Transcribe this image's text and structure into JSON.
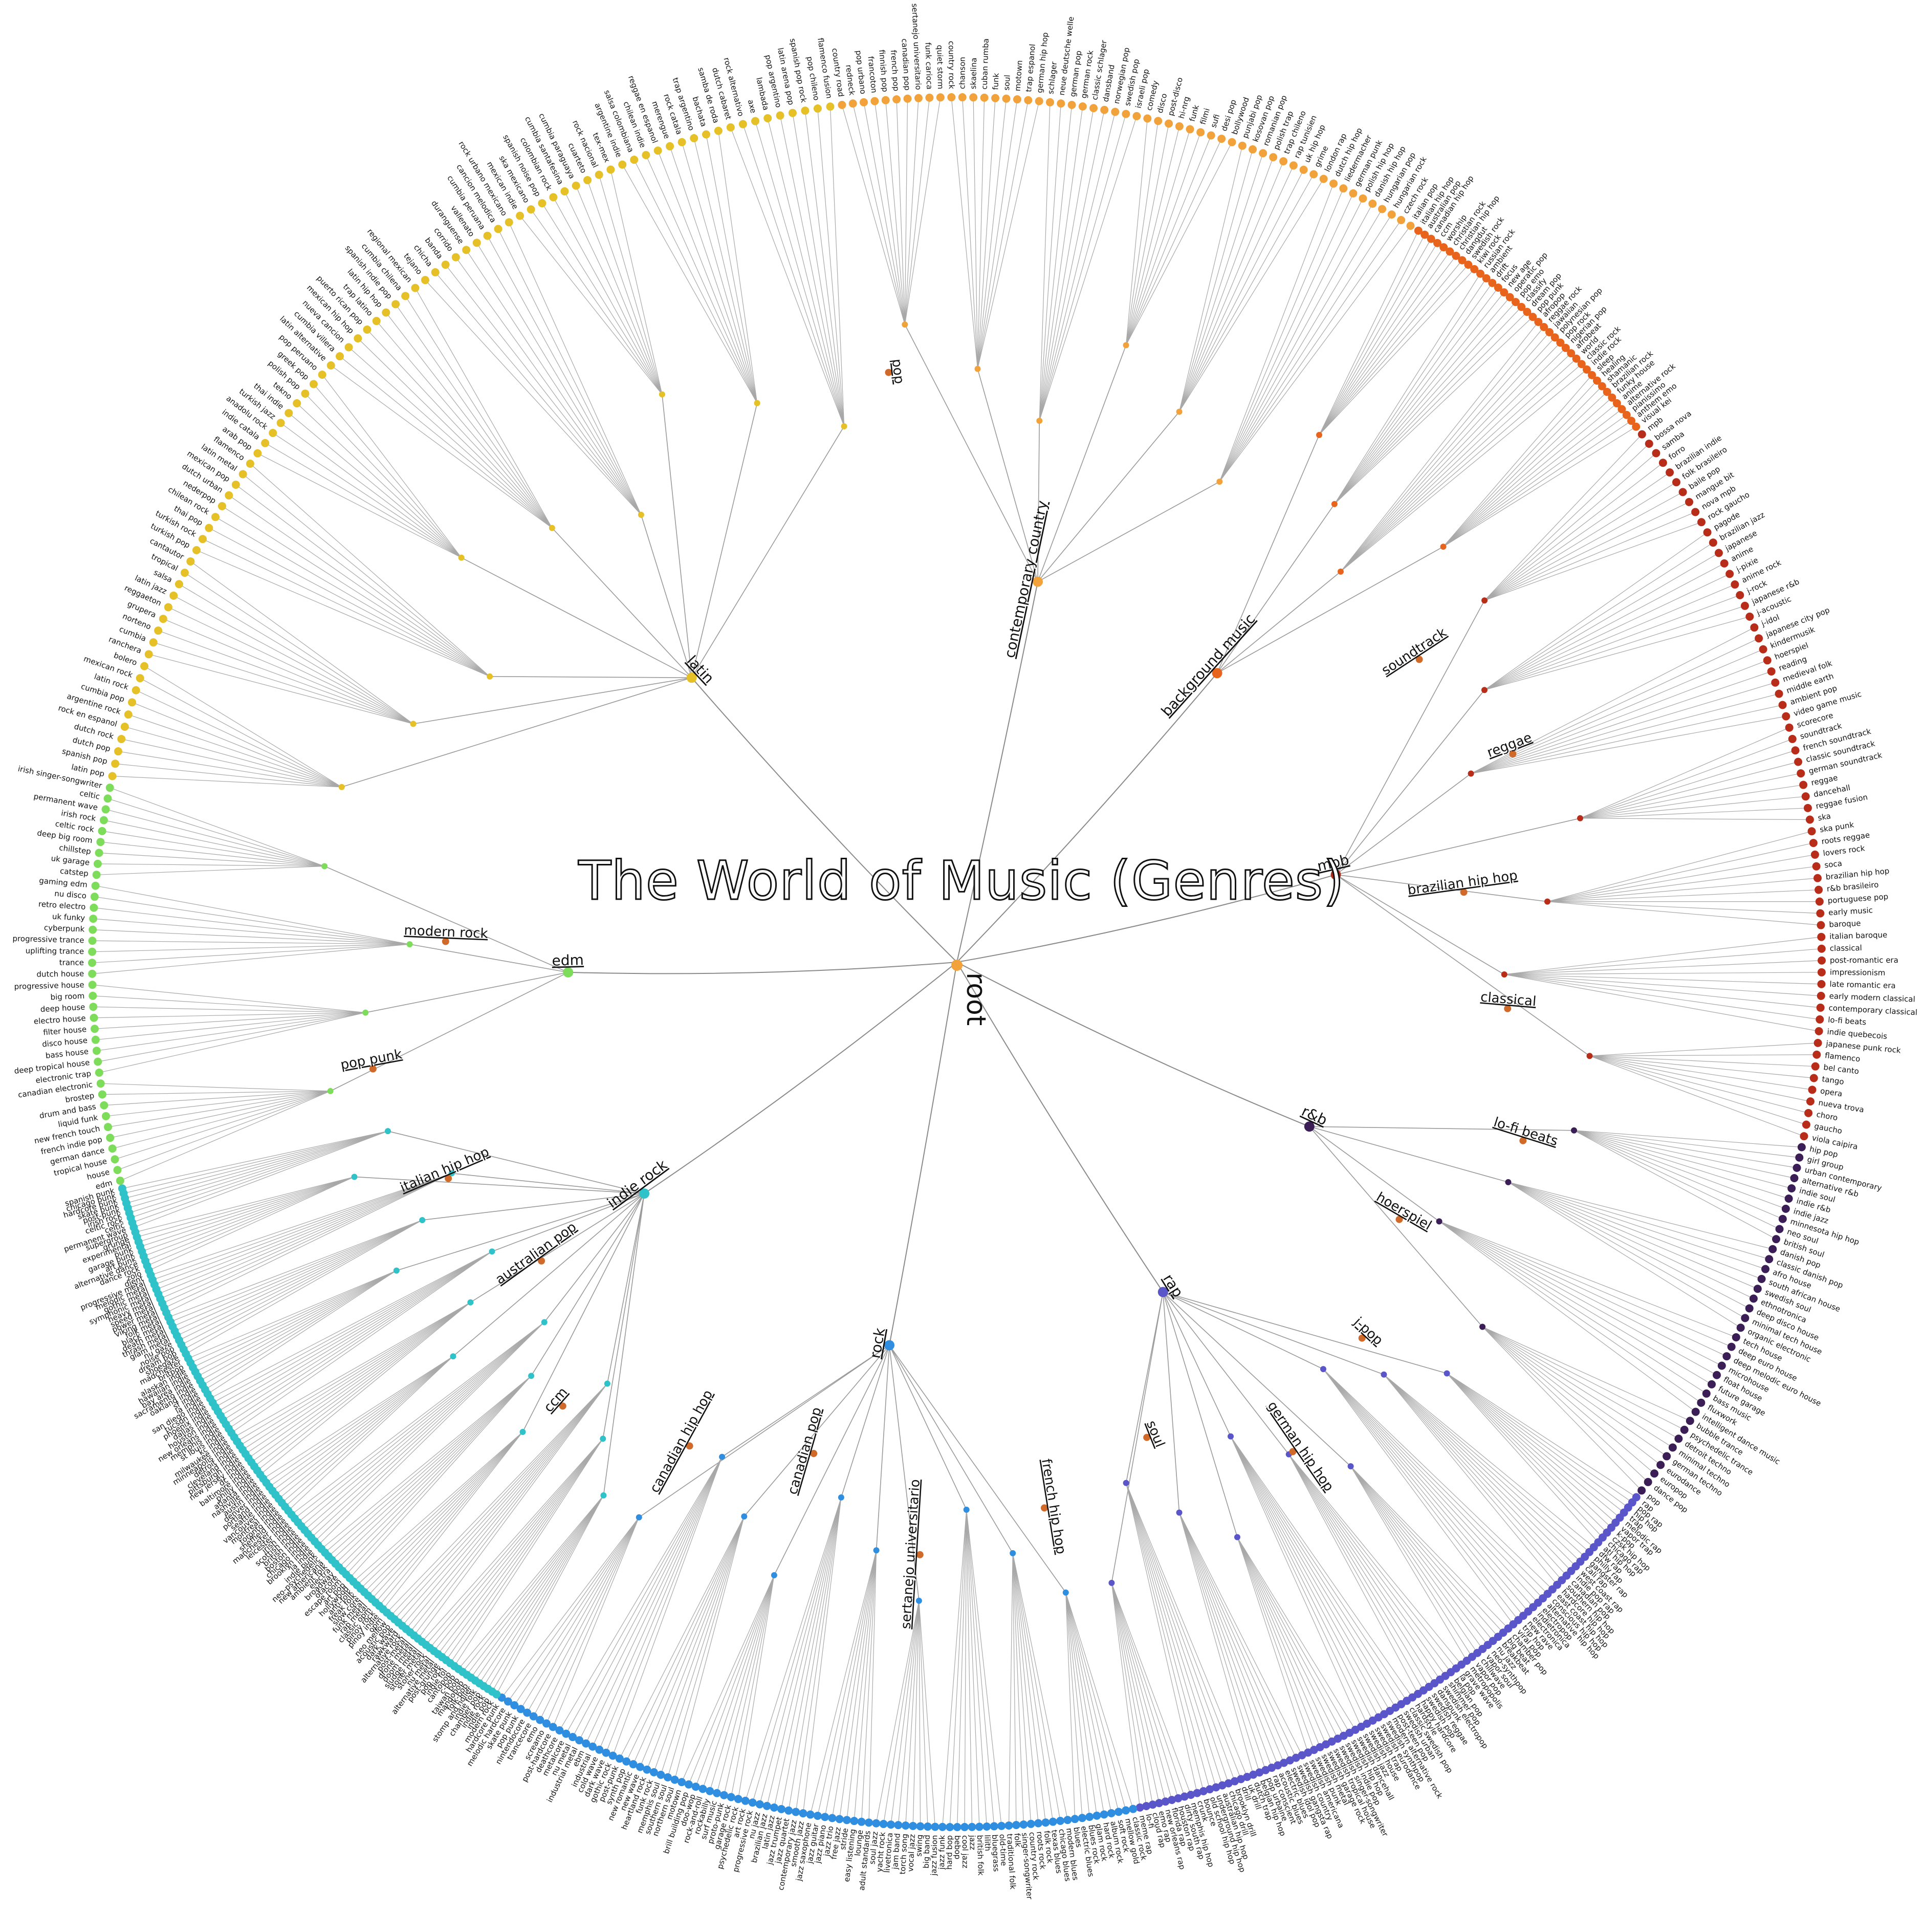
{
  "title": "The World of Music (Genres)",
  "root_label": "root",
  "groups": [
    {
      "name": "latin",
      "color": "#e6c027",
      "children": [
        "latin pop",
        "spanish pop",
        "dutch pop",
        "dutch rock",
        "rock en espanol",
        "argentine rock",
        "cumbia pop",
        "latin rock",
        "mexican rock",
        "bolero",
        "ranchera",
        "cumbia",
        "norteno",
        "grupera",
        "reggaeton",
        "latin jazz",
        "salsa",
        "tropical",
        "cantautor",
        "turkish pop",
        "turkish rock",
        "thai pop",
        "chilean rock",
        "nederpop",
        "dutch urban",
        "mexican pop",
        "latin metal",
        "flamenco",
        "arab pop",
        "indie catala",
        "anadolu rock",
        "turkish jazz",
        "thai indie",
        "tekno",
        "polish pop",
        "greek pop",
        "pop peruano",
        "latin alternative",
        "cumbia villera",
        "nueva cancion",
        "mexican hip hop",
        "puerto rican pop",
        "trap latino",
        "latin hip hop",
        "spanish indie pop",
        "cumbia chilena",
        "regional mexican",
        "tejano",
        "chicha",
        "banda",
        "corrido",
        "duranguense",
        "vallenato",
        "cumbia peruana",
        "cancion melodica",
        "rock urbano mexicano",
        "mexican indie",
        "ska mexicano",
        "spanish noise pop",
        "colombian rock",
        "cumbia santafesina",
        "cumbia paraguaya",
        "cuarteto",
        "rock nacional",
        "tex-mex",
        "argentine indie",
        "salsa colombiana",
        "chilean indie",
        "reggae en espanol",
        "merengue",
        "rock catala",
        "trap argentino",
        "bachata",
        "samba de roda",
        "dutch cabaret",
        "rock alternativo",
        "axe",
        "lambada",
        "pop argentino",
        "latin arena pop",
        "spanish pop rock",
        "pop chileno",
        "flamenco fusion"
      ]
    },
    {
      "name": "contemporary country",
      "color": "#f2a23a",
      "children": [
        "country road",
        "redneck",
        "pop urbano",
        "francoton",
        "finnish pop",
        "french pop",
        "canadian pop",
        "sertanejo universitario",
        "funk carioca",
        "quiet storm",
        "country rock",
        "chanson",
        "skaelina",
        "cuban rumba",
        "funk",
        "soul",
        "motown",
        "trap espanol",
        "german hip hop",
        "schlager",
        "neue deutsche welle",
        "german pop",
        "german rock",
        "classic schlager",
        "dansband",
        "norwegian pop",
        "swedish pop",
        "israeli pop",
        "comedy",
        "disco",
        "post-disco",
        "hi-nrg",
        "funk",
        "filmi",
        "sufi",
        "desi pop",
        "bollywood",
        "punjabi pop",
        "kosovan pop",
        "romanian pop",
        "polish trap",
        "trap chileno",
        "rap tunisien",
        "uk hip hop",
        "grime",
        "london rap",
        "dutch hip hop",
        "liedermacher",
        "german punk",
        "polish hip hop",
        "danish hip hop",
        "hungarian pop",
        "hungarian rock",
        "czech rock",
        "italian pop"
      ]
    },
    {
      "name": "background music",
      "color": "#e8641c",
      "children": [
        "italian hip hop",
        "australian pop",
        "canadian hip hop",
        "ccm",
        "worship",
        "christian rock",
        "christian hip hop",
        "dangdut",
        "swedish rock",
        "kiwi rock",
        "russian rock",
        "ambient",
        "drift",
        "focus",
        "new age",
        "operatic pop",
        "pop emo",
        "classify",
        "dream pop",
        "pop punk",
        "afropop",
        "reggae rock",
        "jawaiian",
        "polynesian pop",
        "pop rock",
        "nigerian pop",
        "afrobeat",
        "world",
        "classic rock",
        "indie rock",
        "sleep",
        "healing",
        "shamanic",
        "brazilian rock",
        "funky house",
        "anime",
        "alternative rock",
        "pianissimo",
        "anthem emo",
        "visual kei"
      ]
    },
    {
      "name": "mpb",
      "color": "#b82d1a",
      "children": [
        "mpb",
        "bossa nova",
        "samba",
        "forro",
        "brazilian indie",
        "folk brasileiro",
        "baile pop",
        "mangue bit",
        "nova mpb",
        "rock gaucho",
        "pagode",
        "brazilian jazz",
        "japanese",
        "anime",
        "j-pixie",
        "anime rock",
        "j-rock",
        "japanese r&b",
        "j-acoustic",
        "j-idol",
        "japanese city pop",
        "kindermusik",
        "hoerspiel",
        "reading",
        "medieval folk",
        "middle earth",
        "ambient pop",
        "video game music",
        "scorecore",
        "soundtrack",
        "french soundtrack",
        "classic soundtrack",
        "german soundtrack",
        "reggae",
        "dancehall",
        "reggae fusion",
        "ska",
        "ska punk",
        "roots reggae",
        "lovers rock",
        "soca",
        "brazilian hip hop",
        "r&b brasileiro",
        "portuguese pop",
        "early music",
        "baroque",
        "italian baroque",
        "classical",
        "post-romantic era",
        "impressionism",
        "late romantic era",
        "early modern classical",
        "contemporary classical",
        "lo-fi beats",
        "indie quebecois",
        "japanese punk rock",
        "flamenco",
        "bel canto",
        "tango",
        "opera",
        "nueva trova",
        "choro",
        "gaucho",
        "viola caipira"
      ]
    },
    {
      "name": "r&b",
      "color": "#3b1e55",
      "children": [
        "hip pop",
        "girl group",
        "urban contemporary",
        "alternative r&b",
        "indie soul",
        "indie r&b",
        "indie jazz",
        "minnesota hip hop",
        "neo soul",
        "british soul",
        "danish pop",
        "classic danish pop",
        "afro house",
        "south african house",
        "swedish soul",
        "ethnotronica",
        "deep disco house",
        "minimal tech house",
        "organic electronic",
        "tech house",
        "deep euro house",
        "deep melodic euro house",
        "microhouse",
        "float house",
        "future garage",
        "bass music",
        "fluxwork",
        "intelligent dance music",
        "bubble trance",
        "psychedelic trance",
        "detroit techno",
        "minimal techno",
        "german techno",
        "eurodance",
        "europop",
        "dance pop",
        "pop"
      ]
    },
    {
      "name": "rap",
      "color": "#5a55c8",
      "children": [
        "rap",
        "pop rap",
        "hip hop",
        "trap",
        "melodic rap",
        "vapor trap",
        "k-pop",
        "czsk hip hop",
        "chicago rap",
        "atl hip hop",
        "dfw rap",
        "philly rap",
        "gangster rap",
        "cali rap",
        "west coast rap",
        "indie pop rap",
        "canadian pop",
        "southern hip hop",
        "hardcore hip hop",
        "east coast hip hop",
        "conscious hip hop",
        "alternative hip hop",
        "electropop",
        "indietronica",
        "electronica",
        "new rave",
        "trip hop",
        "viral pop",
        "chamber pop",
        "big beat",
        "breakbeat",
        "nu jazz",
        "neo-synthpop",
        "vapor soul",
        "chillwave",
        "vapor pop",
        "metropopolis",
        "grave wave",
        "la pop",
        "belgian pop",
        "shimmer pop",
        "swedish electropop",
        "danspunk",
        "swedish reggae",
        "swedish pop",
        "happy hardcore",
        "hardstyle",
        "classic swedish pop",
        "swedish urban",
        "post-teen pop",
        "modern alternative rock",
        "swedish synthpop",
        "swedish eurodance",
        "swedish trap",
        "swedish house",
        "swedish jazz",
        "swedish dancehall",
        "swedish hip hop",
        "swedish indie pop",
        "swedish singer-songwriter",
        "swedish tropical house",
        "swedish garage rock",
        "swedish metal",
        "swedish punk",
        "swedish americana",
        "swedish country",
        "swedish gangsta rap",
        "swedish idol pop",
        "electric blues",
        "acoustic blues",
        "rap conscient",
        "pop urbaine",
        "belgian hip hop",
        "dutch trap",
        "uk drill",
        "drill",
        "brooklyn drill",
        "chicago drill",
        "australian hip hop",
        "underground hip hop",
        "old school hip hop",
        "bounce",
        "crunk",
        "memphis hip hop",
        "dirty south rap",
        "houston rap",
        "florida rap",
        "new orleans rap",
        "emo rap",
        "cloud rap",
        "lo-fi",
        "meme rap"
      ]
    },
    {
      "name": "rock",
      "color": "#2f8ee0",
      "children": [
        "classic rock",
        "mellow gold",
        "soft rock",
        "album rock",
        "hard rock",
        "glam rock",
        "blues rock",
        "electric blues",
        "blues",
        "modern blues",
        "chicago blues",
        "texas blues",
        "folk rock",
        "roots rock",
        "country rock",
        "singer-songwriter",
        "folk",
        "traditional folk",
        "old-time",
        "bluegrass",
        "lilith",
        "british folk",
        "jazz",
        "cool jazz",
        "bebop",
        "hard bop",
        "jazz funk",
        "jazz fusion",
        "big band",
        "swing",
        "vocal jazz",
        "torch song",
        "jam band",
        "livetronica",
        "yacht rock",
        "soul jazz",
        "adult standards",
        "lounge",
        "easy listening",
        "stride",
        "free jazz",
        "jazz trio",
        "jazz piano",
        "jazz guitar",
        "jazz saxophone",
        "smooth jazz",
        "contemporary jazz",
        "jazz quartet",
        "jazz trumpet",
        "latin jazz",
        "brazilian jazz",
        "nu jazz",
        "progressive rock",
        "art rock",
        "psychedelic rock",
        "garage rock",
        "proto-punk",
        "surf music",
        "rockabilly",
        "rock-and-roll",
        "doo-wop",
        "brill building pop",
        "motown",
        "northern soul",
        "southern soul",
        "memphis soul",
        "funk rock",
        "heartland rock",
        "new wave",
        "new romantic",
        "synth pop",
        "post-punk",
        "gothic rock",
        "dark wave",
        "cold wave",
        "industrial",
        "ebm",
        "industrial metal",
        "nu metal",
        "metalcore",
        "deathcore",
        "post-hardcore",
        "screamo",
        "emo",
        "trancecore",
        "nintendocore",
        "pop punk",
        "skate punk",
        "melodic hardcore",
        "hardcore punk"
      ]
    },
    {
      "name": "indie rock",
      "color": "#2fc2c8",
      "children": [
        "modern rock",
        "indie pop",
        "indie rock",
        "chamber pop",
        "indie folk",
        "stomp and holler",
        "folk-pop",
        "mandopop",
        "taiwan pop",
        "c-pop",
        "cantopop",
        "indie fol",
        "pop rock",
        "post-grunge",
        "alternative metal",
        "nu metal",
        "stoner rock",
        "stoner metal",
        "sludge metal",
        "doom metal",
        "drone metal",
        "post-metal",
        "alternative rock",
        "rawkward",
        "dark wave",
        "acoustic pop",
        "neo mellow",
        "opm",
        "pinoy indie",
        "pinoy rock",
        "classic opm",
        "rap metal",
        "funk metal",
        "slow core",
        "freak folk",
        "anti-folk",
        "hollywood",
        "art pop",
        "escape room",
        "otacore",
        "broadway",
        "electra",
        "ambient folk",
        "new americana",
        "neo-psychedelic",
        "indie punk",
        "la indie",
        "brooklyn indie",
        "chicago indie",
        "boston indie",
        "british indie",
        "scottish indie",
        "irish indie",
        "leicester indie",
        "manchester indie",
        "sheffield indie",
        "toronto indie",
        "montreal indie",
        "vancouver indie",
        "seattle indie",
        "portland indie",
        "denver indie",
        "austin indie",
        "nashville indie",
        "atlanta indie",
        "philly indie",
        "baltimore indie",
        "dc indie",
        "new jersey indie",
        "pittsburgh indie",
        "cleveland indie",
        "detroit indie",
        "minneapolis indie",
        "milwaukee indie",
        "kc indie",
        "st louis indie",
        "memphis indie",
        "new orleans indie",
        "houston indie",
        "dallas indie",
        "phoenix indie",
        "tucson indie",
        "san diego indie",
        "la indie",
        "sf indie",
        "oakland indie",
        "sacramento indie",
        "bay area indie",
        "hawaiian indie",
        "alaskan indie",
        "britpop",
        "madchester",
        "shoegaze",
        "dream pop",
        "noise pop",
        "nu gaze",
        "glam metal",
        "thrash metal",
        "death metal",
        "black metal",
        "folk metal",
        "viking metal",
        "power metal",
        "speed metal",
        "heavy metal",
        "symphonic metal",
        "gothic metal",
        "melodic metal",
        "progressive metal",
        "djent",
        "zolo",
        "dance rock",
        "alternative dance",
        "art punk",
        "garage punk",
        "punk",
        "experimental",
        "grunge",
        "supergroup",
        "permanent wave",
        "celtic",
        "celtic rock",
        "irish rock",
        "post-punk",
        "skate punk",
        "hardcore punk",
        "chicago punk",
        "spanish punk"
      ]
    },
    {
      "name": "edm",
      "color": "#7ddc5a",
      "children": [
        "edm",
        "house",
        "tropical house",
        "german dance",
        "french indie pop",
        "new french touch",
        "liquid funk",
        "drum and bass",
        "brostep",
        "canadian electronic",
        "electronic trap",
        "deep tropical house",
        "bass house",
        "disco house",
        "filter house",
        "electro house",
        "deep house",
        "big room",
        "progressive house",
        "dutch house",
        "trance",
        "uplifting trance",
        "progressive trance",
        "cyberpunk",
        "uk funky",
        "retro electro",
        "nu disco",
        "gaming edm",
        "catstep",
        "uk garage",
        "chillstep",
        "deep big room",
        "celtic rock",
        "irish rock",
        "permanent wave",
        "celtic",
        "irish singer-songwriter"
      ]
    }
  ],
  "legend_labels": [
    "latin",
    "contemporary country",
    "background music",
    "mpb",
    "r&b",
    "pop",
    "rap",
    "rock",
    "indie rock",
    "edm",
    "soundtrack",
    "reggae",
    "brazilian hip hop",
    "classical",
    "lo-fi beats",
    "hoerspiel",
    "j-pop",
    "german hip hop",
    "soul",
    "french hip hop",
    "sertanejo universitario",
    "canadian pop",
    "canadian hip hop",
    "ccm",
    "australian pop",
    "italian hip hop",
    "pop punk",
    "modern rock"
  ]
}
